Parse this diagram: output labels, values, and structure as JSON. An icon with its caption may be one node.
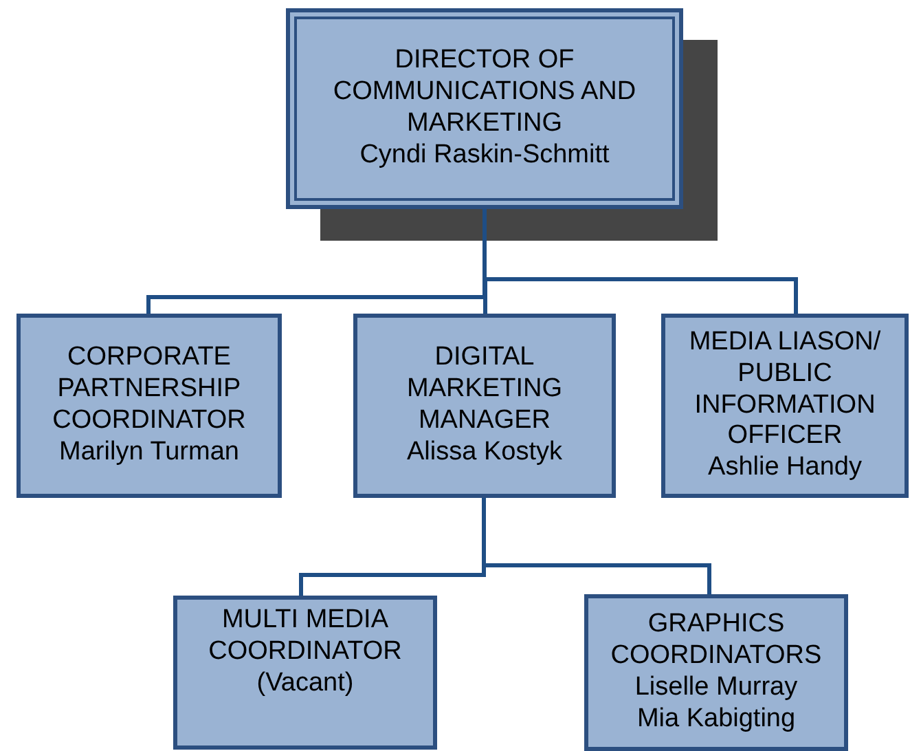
{
  "diagram": {
    "nodes": [
      {
        "text": [
          "DIRECTOR OF COMMUNICATIONS AND MARKETING",
          "Cyndi Raskin-Schmitt"
        ]
      },
      {
        "text": [
          "CORPORATE PARTNERSHIP COORDINATOR",
          "Marilyn Turman"
        ]
      },
      {
        "text": [
          "DIGITAL MARKETING MANAGER",
          "Alissa Kostyk"
        ]
      },
      {
        "text": [
          "MEDIA LIASON/ PUBLIC INFORMATION OFFICER",
          "Ashlie Handy"
        ]
      },
      {
        "text": [
          "MULTI MEDIA COORDINATOR",
          "(Vacant)"
        ]
      },
      {
        "text": [
          "GRAPHICS COORDINATORS",
          "Liselle Murray",
          "Mia Kabigting"
        ]
      }
    ],
    "edges": [
      {
        "from": 0,
        "to": 1,
        "arrow": "none"
      },
      {
        "from": 0,
        "to": 2,
        "arrow": "none"
      },
      {
        "from": 0,
        "to": 3,
        "arrow": "none"
      },
      {
        "from": 2,
        "to": 4,
        "arrow": "none"
      },
      {
        "from": 2,
        "to": 5,
        "arrow": "none"
      }
    ]
  }
}
